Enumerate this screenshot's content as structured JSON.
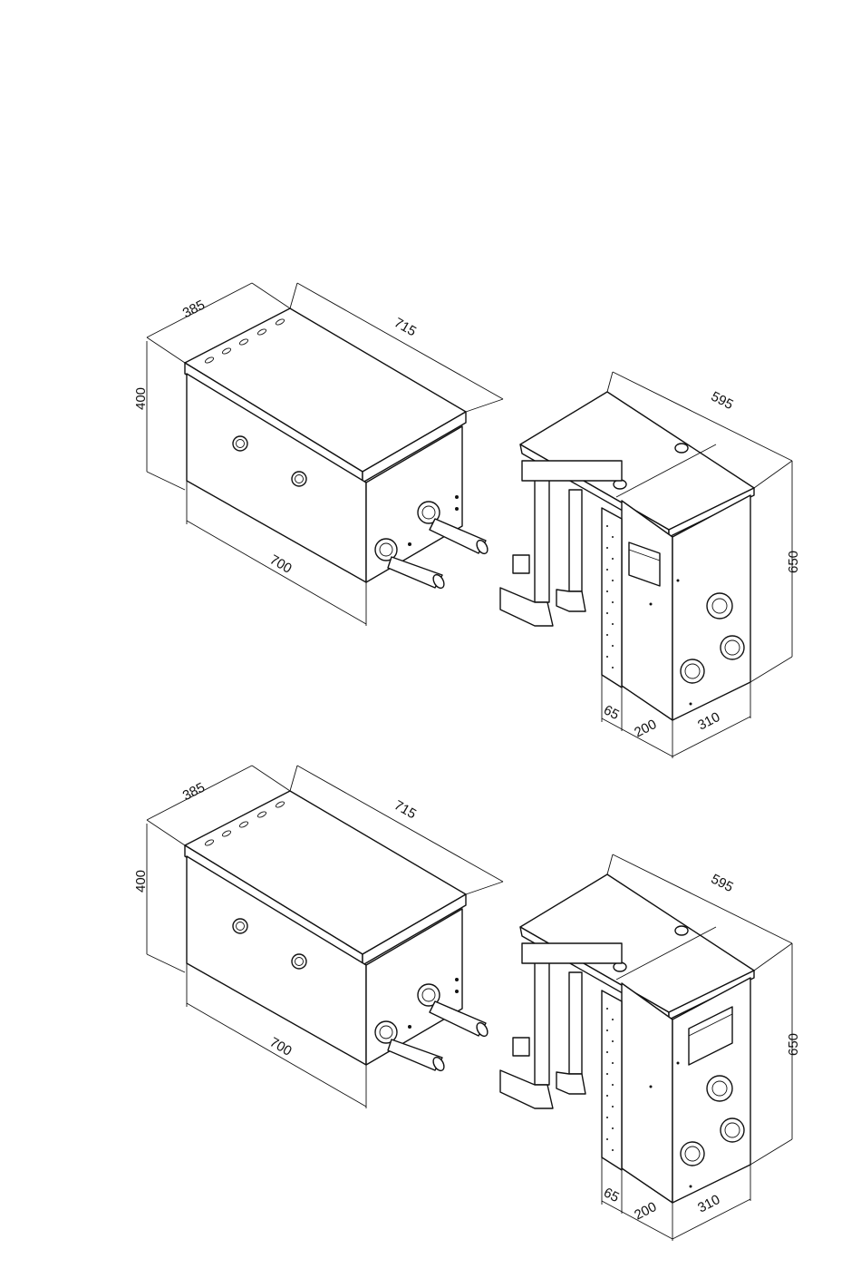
{
  "figures": [
    {
      "tank": {
        "depth": "385",
        "length": "715",
        "height": "400",
        "base_length": "700"
      },
      "filter": {
        "width": "595",
        "height": "650",
        "side_offset": "65",
        "side_depth": "200",
        "front_depth": "310"
      }
    },
    {
      "tank": {
        "depth": "385",
        "length": "715",
        "height": "400",
        "base_length": "700"
      },
      "filter": {
        "width": "595",
        "height": "650",
        "side_offset": "65",
        "side_depth": "200",
        "front_depth": "310"
      }
    }
  ]
}
